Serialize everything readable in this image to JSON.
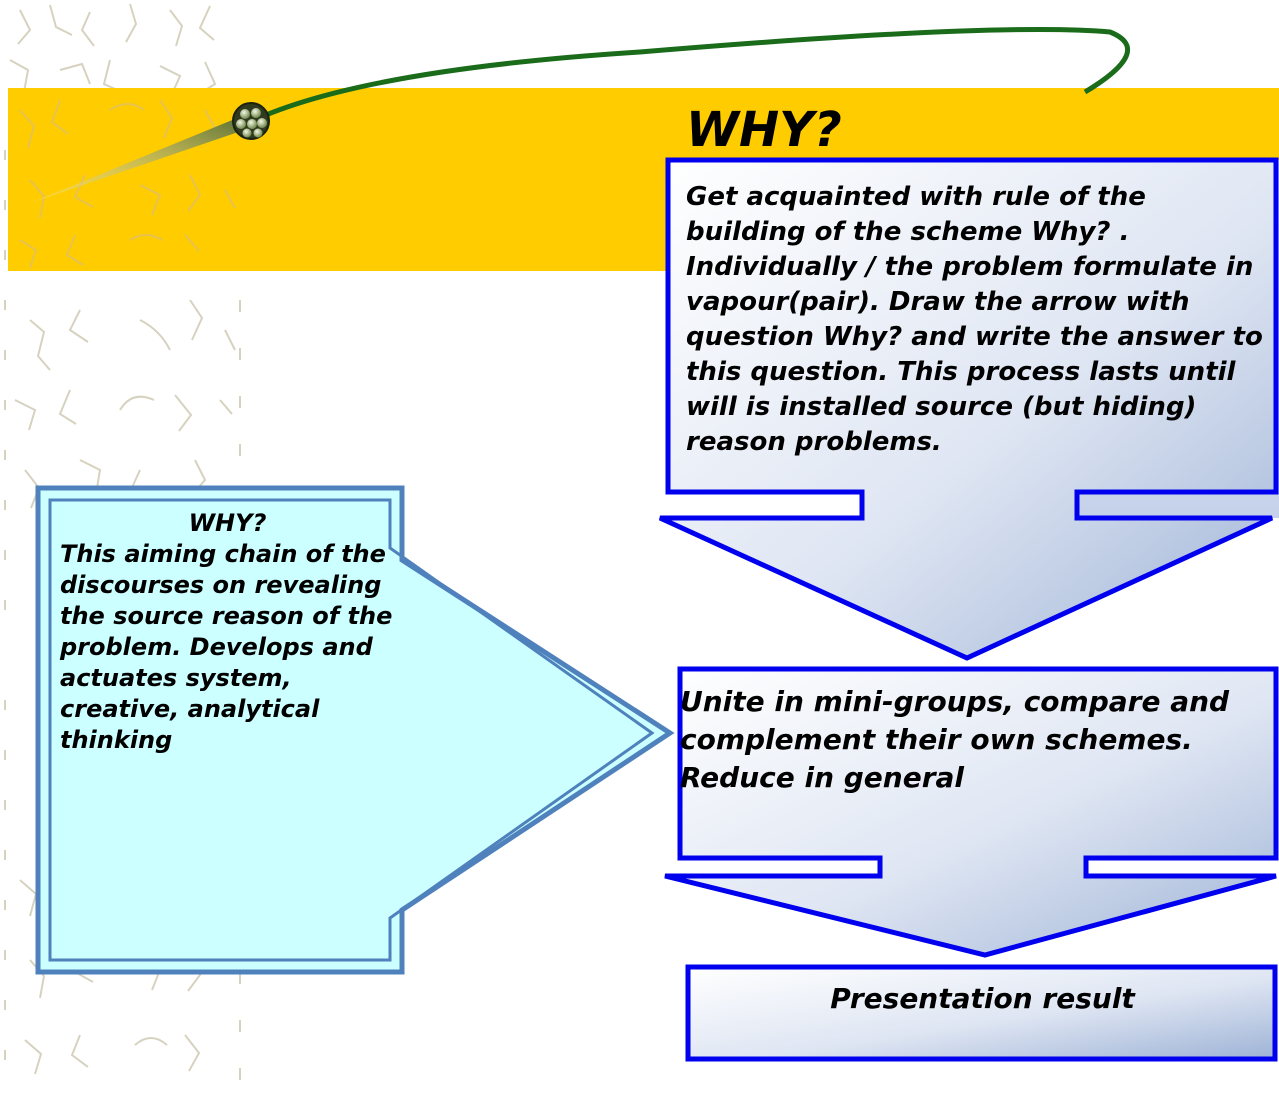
{
  "title": "WHY?",
  "box1": {
    "text": "Get acquainted with rule of the building of the scheme  Why? . Individually / the problem formulate in vapour(pair). Draw the arrow with question  Why? and write the answer to this question. This process lasts until will is installed source (but hiding) reason problems."
  },
  "box2": {
    "text": "Unite in mini-groups, compare and complement their own schemes. Reduce in general"
  },
  "box3": {
    "text": "Presentation result"
  },
  "left_panel": {
    "heading": "WHY?",
    "text": "This aiming chain of the discourses on revealing the source reason of the problem. Develops and actuates system, creative, analytical thinking"
  },
  "colors": {
    "banner": "#FFCC00",
    "box_border": "#0000EE",
    "left_panel_border": "#4F81BD",
    "left_panel_fill": "#CCFFFF",
    "orbit": "#1A6B1A"
  },
  "icons": [
    "bead-cluster-icon"
  ]
}
